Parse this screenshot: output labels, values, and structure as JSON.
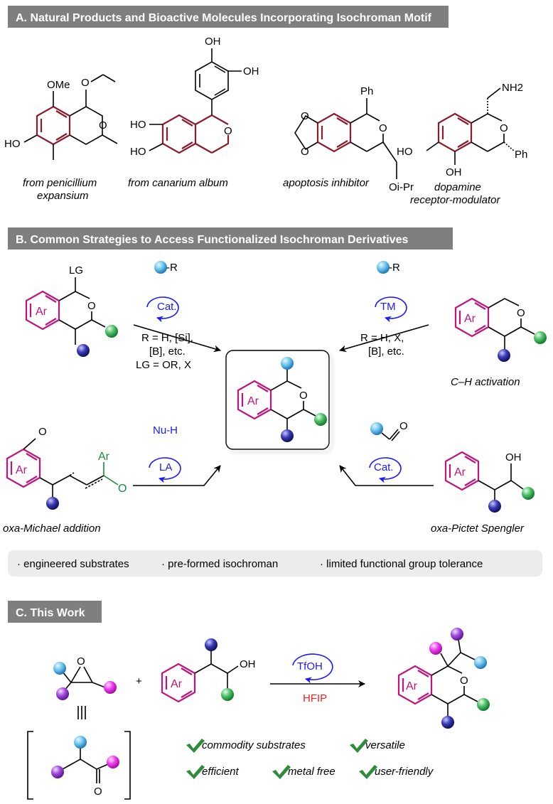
{
  "sectionA": {
    "title": "A. Natural Products and Bioactive Molecules Incorporating Isochroman Motif",
    "mol1": {
      "caption1": "from penicillium",
      "caption2": "expansium",
      "ome": "OMe",
      "o1": "O",
      "o2": "O",
      "ho": "HO"
    },
    "mol2": {
      "caption": "from canarium album",
      "oh1": "OH",
      "oh2": "OH",
      "ho1": "HO",
      "ho2": "HO",
      "o": "O"
    },
    "mol3": {
      "caption": "apoptosis inhibitor",
      "ph": "Ph",
      "o": "O",
      "oipr": "Oi-Pr"
    },
    "mol4": {
      "caption1": "dopamine",
      "caption2": "receptor-modulator",
      "nh2": "NH2",
      "ho": "HO",
      "oh": "OH",
      "o": "O",
      "ph": "Ph"
    }
  },
  "sectionB": {
    "title": "B. Common Strategies to Access Functionalized Isochroman Derivatives",
    "topLeft": {
      "lg": "LG",
      "ar": "Ar",
      "o": "O",
      "reagent": "-R",
      "catalyst": "Cat.",
      "cond1": "R = H, [Si],",
      "cond2": "[B], etc.",
      "cond3": "LG = OR, X"
    },
    "topRight": {
      "ar": "Ar",
      "o": "O",
      "reagent": "-R",
      "catalyst": "TM",
      "cond1": "R = H, X,",
      "cond2": "[B], etc.",
      "caption": "C–H activation"
    },
    "center": {
      "ar": "Ar",
      "o": "O"
    },
    "bottomLeft": {
      "ar": "Ar",
      "ar2": "Ar",
      "o": "O",
      "reagent": "Nu-H",
      "catalyst": "LA",
      "caption": "oxa-Michael addition"
    },
    "bottomRight": {
      "ar": "Ar",
      "oh": "OH",
      "o": "O",
      "catalyst": "Cat.",
      "caption": "oxa-Pictet Spengler"
    },
    "limitations": [
      "· engineered substrates",
      "· pre-formed isochroman",
      "· limited functional group tolerance"
    ]
  },
  "sectionC": {
    "title": "C. This Work",
    "epoxide_o": "O",
    "plus": "+",
    "alcohol": {
      "ar": "Ar",
      "oh": "OH"
    },
    "catalyst": "TfOH",
    "solvent": "HFIP",
    "product": {
      "ar": "Ar",
      "o": "O"
    },
    "ketone_o": "O",
    "features": [
      "commodity substrates",
      "versatile",
      "efficient",
      "metal free",
      "user-friendly"
    ]
  },
  "colors": {
    "header": "#7f7f7f",
    "magenta_ring": "#c0147c",
    "dark_red_ring": "#8b1a2a",
    "catalyst_blue": "#1a1aff",
    "solvent_red": "#ff1a1a",
    "check_green": "#2e8b3a"
  }
}
